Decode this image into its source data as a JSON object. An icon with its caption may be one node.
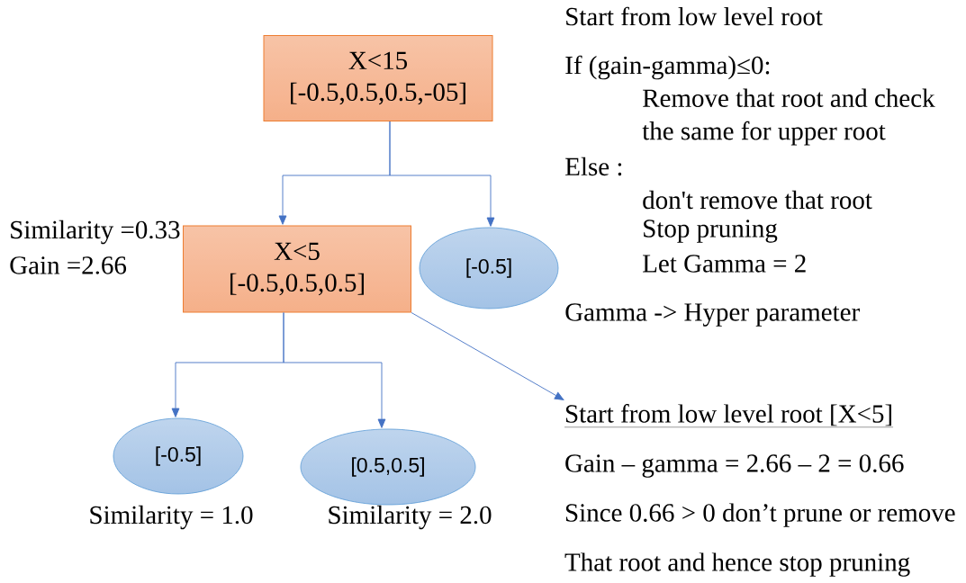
{
  "diagram": {
    "nodes": [
      {
        "text": [
          "X<15",
          "[-0.5,0.5,0.5,-05]"
        ]
      },
      {
        "text": [
          "X<5",
          "[-0.5,0.5,0.5]"
        ],
        "beside": [
          "Similarity =0.33",
          "Gain =2.66"
        ]
      },
      {
        "text": [
          "[-0.5]"
        ]
      },
      {
        "text": [
          "[-0.5]"
        ],
        "beside": [
          "Similarity = 1.0"
        ]
      },
      {
        "text": [
          "[0.5,0.5]"
        ],
        "beside": [
          "Similarity = 2.0"
        ]
      },
      {
        "text": [
          "Start from low level root [X<5]",
          "Gain – gamma = 2.66 – 2 = 0.66",
          "Since 0.66 > 0 don’t prune or remove",
          "That root and hence stop pruning"
        ]
      }
    ],
    "edges": [
      {
        "from": 0,
        "to": 1,
        "arrow": "to"
      },
      {
        "from": 0,
        "to": 2,
        "arrow": "to"
      },
      {
        "from": 1,
        "to": 3,
        "arrow": "to"
      },
      {
        "from": 1,
        "to": 4,
        "arrow": "to"
      },
      {
        "from": 1,
        "to": 5,
        "arrow": "to"
      }
    ],
    "labels": [
      "Start from low level root",
      "If (gain-gamma)≤0:",
      "Remove that root and check the same for upper root",
      "Else :",
      "don't remove that root",
      "Stop pruning",
      "Let Gamma = 2",
      "Gamma -> Hyper parameter"
    ]
  }
}
